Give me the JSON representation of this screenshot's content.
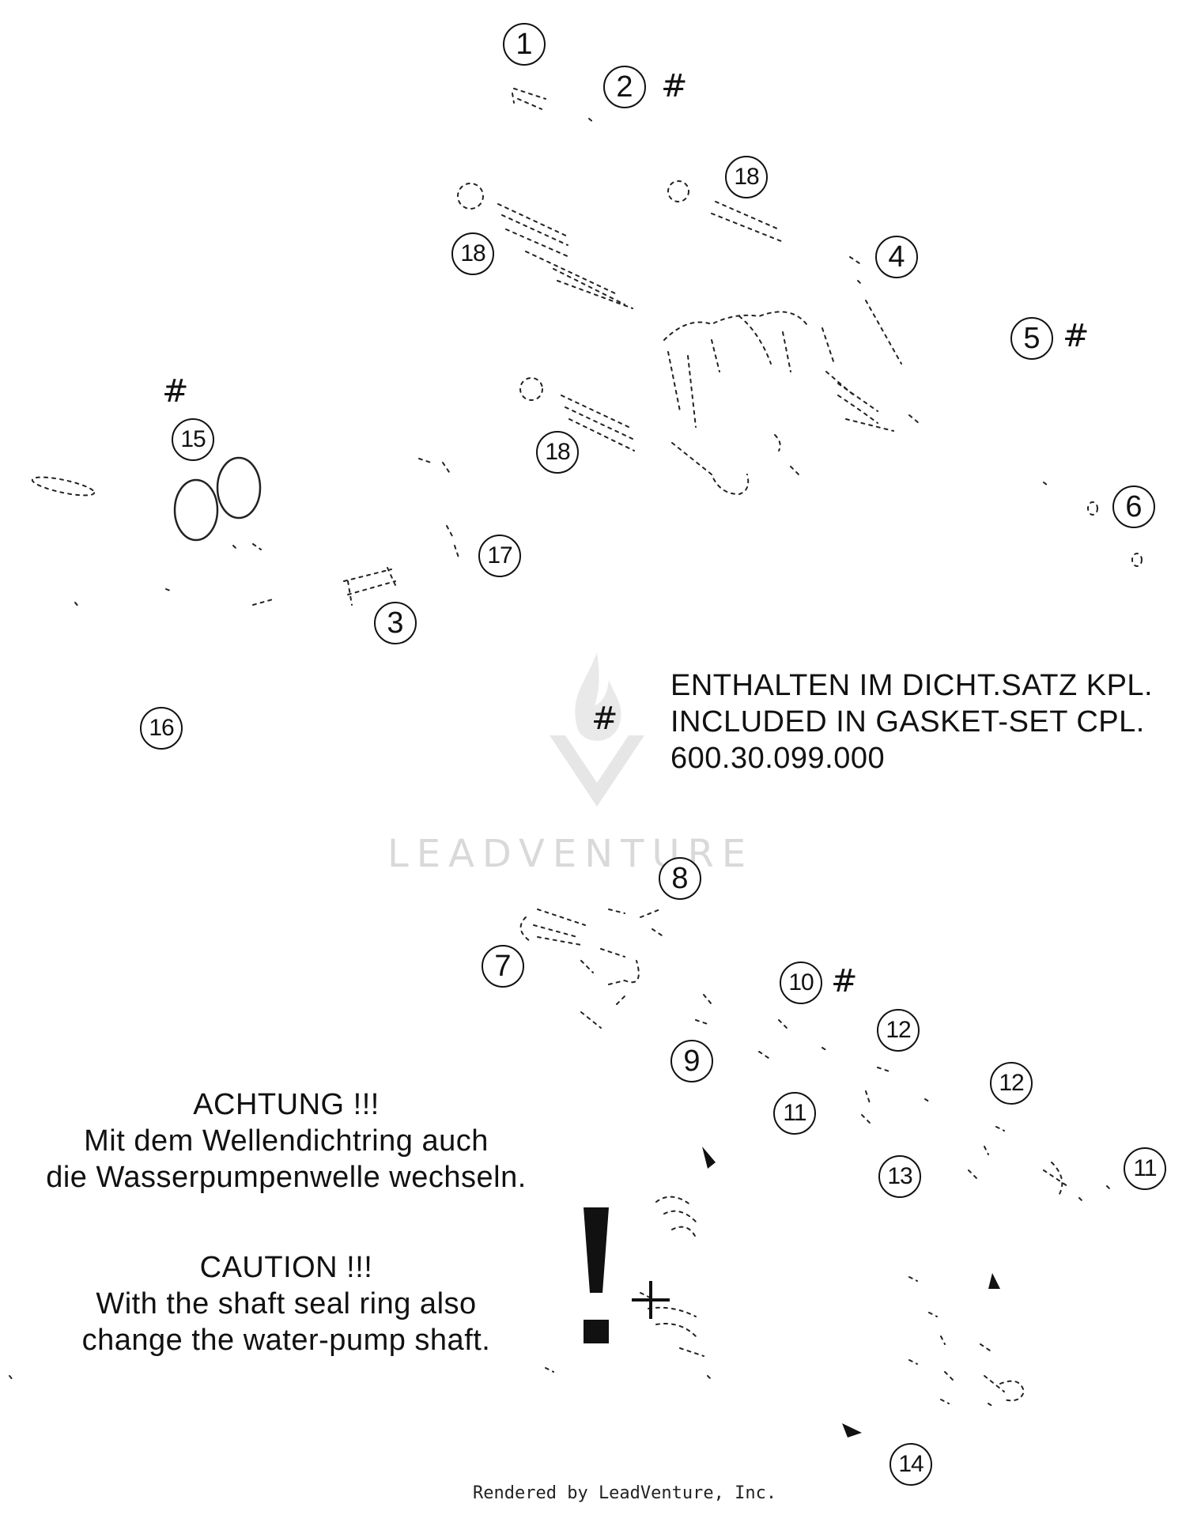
{
  "callouts": [
    {
      "id": "c1",
      "num": "1"
    },
    {
      "id": "c2",
      "num": "2"
    },
    {
      "id": "c3",
      "num": "3"
    },
    {
      "id": "c4",
      "num": "4"
    },
    {
      "id": "c5",
      "num": "5"
    },
    {
      "id": "c6",
      "num": "6"
    },
    {
      "id": "c7",
      "num": "7"
    },
    {
      "id": "c8",
      "num": "8"
    },
    {
      "id": "c9",
      "num": "9"
    },
    {
      "id": "c10",
      "num": "10"
    },
    {
      "id": "c11a",
      "num": "11"
    },
    {
      "id": "c11b",
      "num": "11"
    },
    {
      "id": "c12a",
      "num": "12"
    },
    {
      "id": "c12b",
      "num": "12"
    },
    {
      "id": "c13",
      "num": "13"
    },
    {
      "id": "c14",
      "num": "14"
    },
    {
      "id": "c15",
      "num": "15"
    },
    {
      "id": "c16",
      "num": "16"
    },
    {
      "id": "c17",
      "num": "17"
    },
    {
      "id": "c18a",
      "num": "18"
    },
    {
      "id": "c18b",
      "num": "18"
    },
    {
      "id": "c18c",
      "num": "18"
    }
  ],
  "marker": "#",
  "gasket_note": {
    "line1": "ENTHALTEN IM DICHT.SATZ KPL.",
    "line2": "INCLUDED IN GASKET-SET CPL.",
    "line3": "600.30.099.000"
  },
  "caution_de": {
    "title": "ACHTUNG !!!",
    "line1": "Mit dem Wellendichtring auch",
    "line2": "die Wasserpumpenwelle wechseln."
  },
  "caution_en": {
    "title": "CAUTION !!!",
    "line1": "With the shaft seal ring also",
    "line2": "change the water-pump shaft."
  },
  "watermark": "LEADVENTURE",
  "footer": "Rendered by LeadVenture, Inc."
}
